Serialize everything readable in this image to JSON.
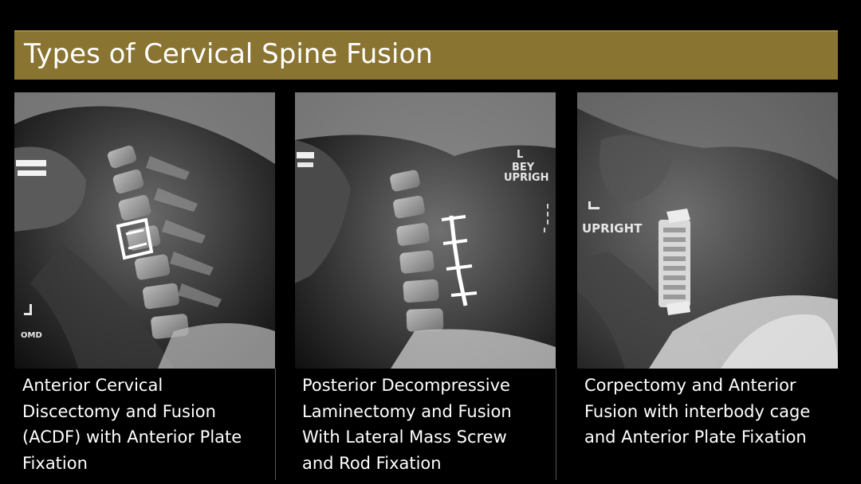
{
  "slide": {
    "title": "Types of Cervical Spine Fusion",
    "colors": {
      "title_bar": "#8a7431",
      "background": "#000000",
      "text": "#ffffff"
    },
    "panels": [
      {
        "markers": [
          "OMD"
        ],
        "caption_lines": [
          "Anterior Cervical",
          "Discectomy and Fusion",
          "(ACDF) with Anterior Plate",
          "Fixation"
        ]
      },
      {
        "markers": [
          "L",
          "BEY",
          "UPRIGH"
        ],
        "caption_lines": [
          "Posterior Decompressive",
          "Laminectomy and Fusion",
          "With Lateral Mass Screw",
          "and Rod Fixation"
        ]
      },
      {
        "markers": [
          "UPRIGHT"
        ],
        "caption_lines": [
          "Corpectomy and Anterior",
          "Fusion with interbody cage",
          "and Anterior Plate Fixation"
        ]
      }
    ]
  }
}
